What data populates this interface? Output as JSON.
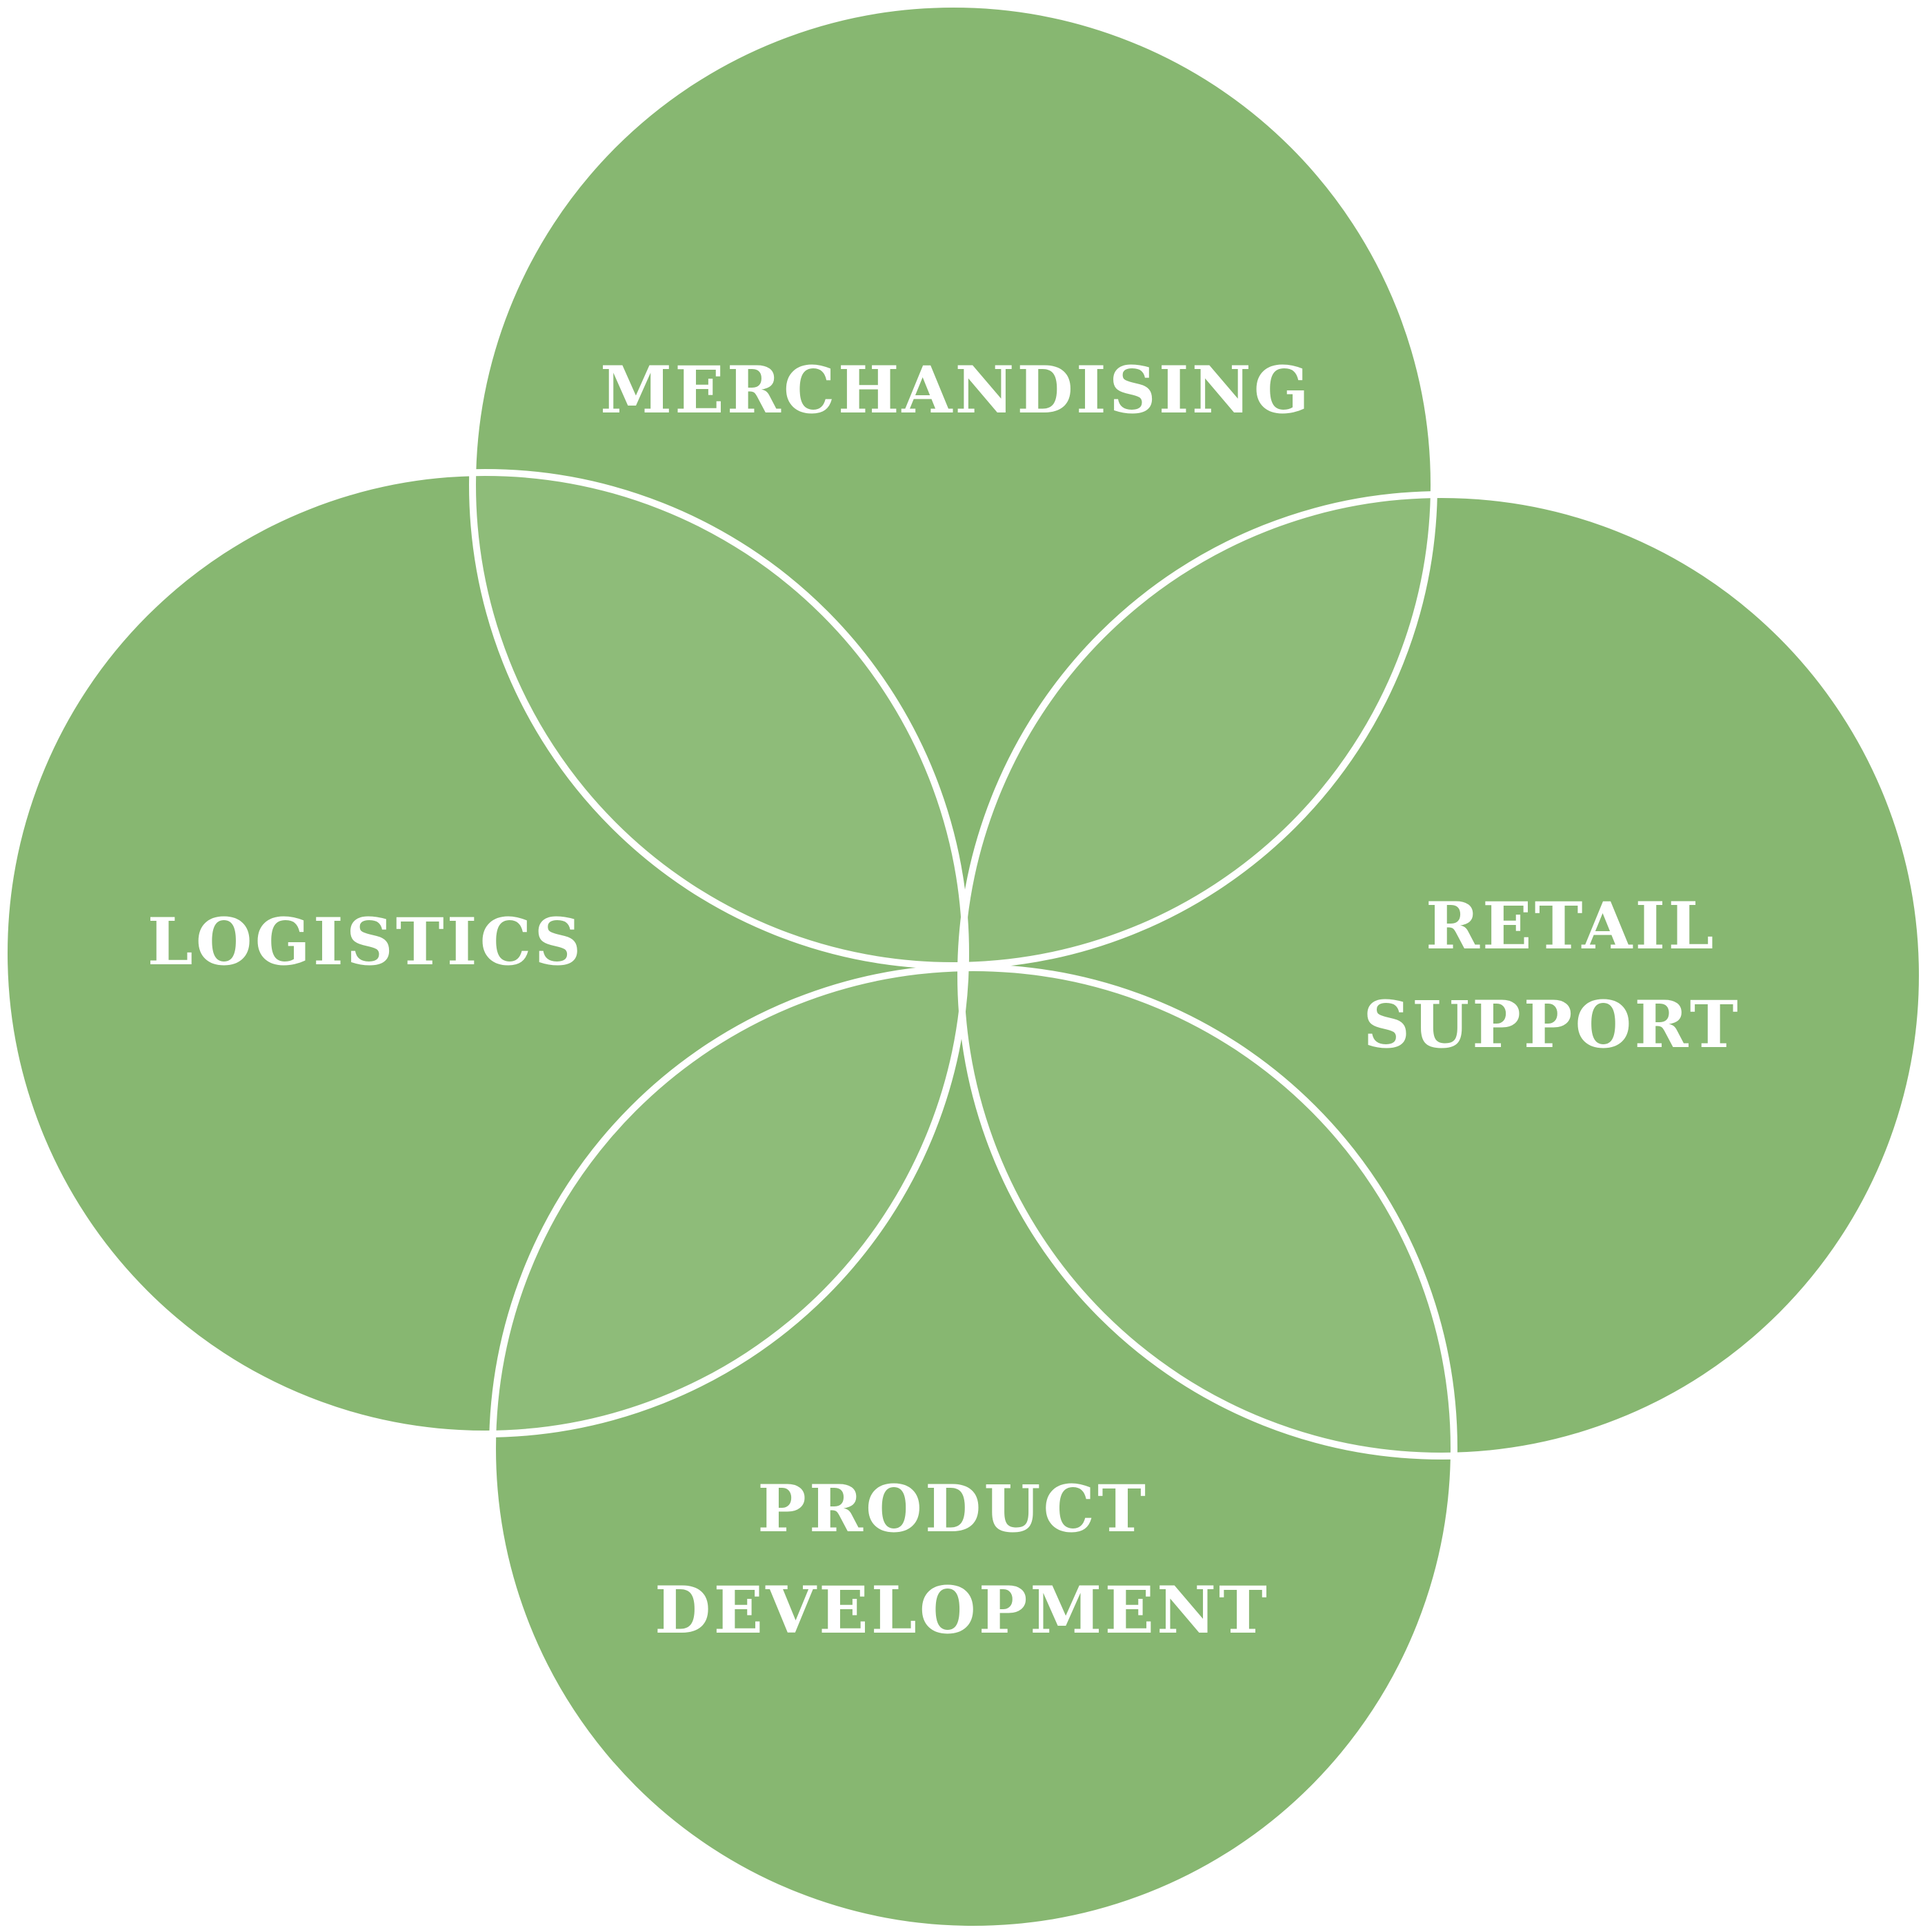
{
  "diagram": {
    "circles": [
      {
        "id": "top",
        "label_lines": [
          "MERCHANDISING"
        ]
      },
      {
        "id": "left",
        "label_lines": [
          "LOGISTICS"
        ]
      },
      {
        "id": "right",
        "label_lines": [
          "RETAIL",
          "SUPPORT"
        ]
      },
      {
        "id": "bottom",
        "label_lines": [
          "PRODUCT",
          "DEVELOPMENT"
        ]
      }
    ],
    "colors": {
      "circle_fill": "#87b771",
      "overlap_fill": "#8ebc79",
      "outline": "#ffffff",
      "text": "#ffffff",
      "background": "#ffffff"
    }
  }
}
